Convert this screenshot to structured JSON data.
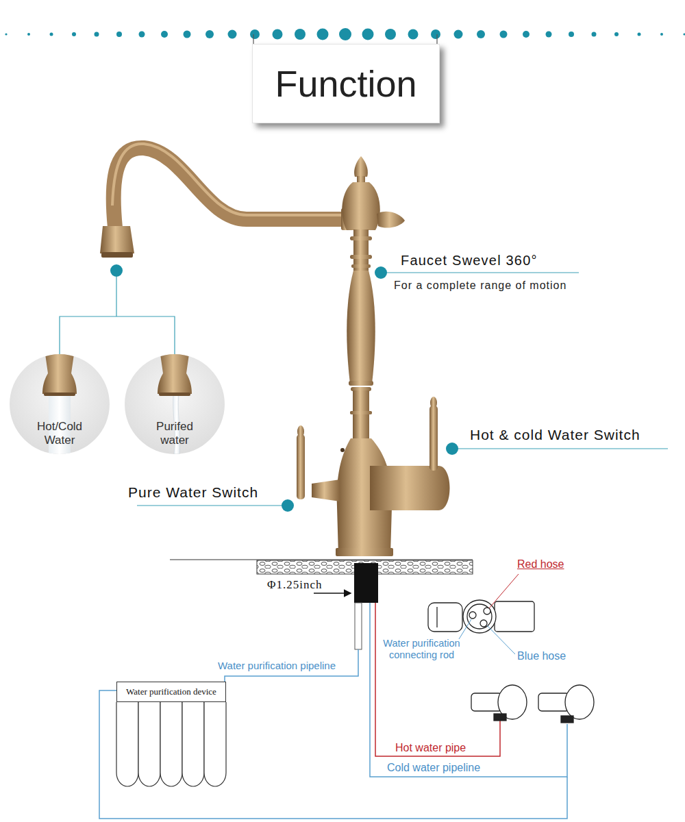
{
  "diagram": {
    "title": "Function",
    "nodes": [
      {
        "text": [
          "Hot/Cold Water"
        ]
      },
      {
        "text": [
          "Purifed water"
        ]
      },
      {
        "text": [
          "Water purification device"
        ]
      }
    ],
    "labels": [
      "Faucet Swevel 360°",
      "For a complete range of motion",
      "Hot & cold Water Switch",
      "Pure Water Switch",
      "Φ1.25inch",
      "Red hose",
      "Water purification connecting rod",
      "Blue hose",
      "Water purification pipeline",
      "Hot water pipe",
      "Cold water pipeline"
    ]
  }
}
